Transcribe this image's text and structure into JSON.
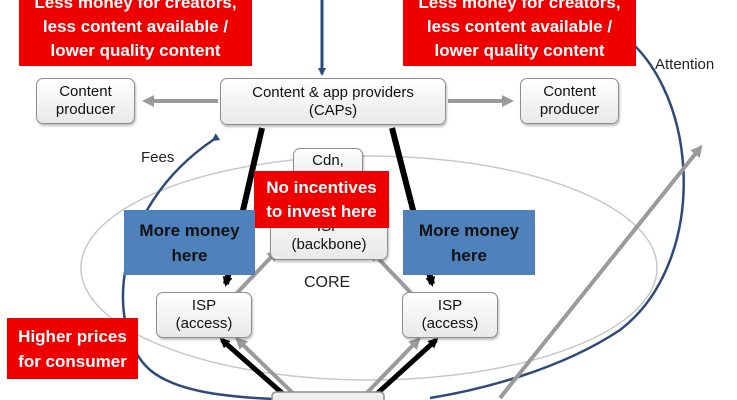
{
  "nodes": {
    "caps": [
      "Content & app providers",
      "(CAPs)"
    ],
    "producer_left": [
      "Content",
      "producer"
    ],
    "producer_right": [
      "Content",
      "producer"
    ],
    "cdn": [
      "Cdn,"
    ],
    "backbone": [
      "ISP",
      "(backbone)"
    ],
    "access_left": [
      "ISP",
      "(access)"
    ],
    "access_right": [
      "ISP",
      "(access)"
    ]
  },
  "callouts": {
    "top_left": [
      "Less money for creators,",
      "less content available /",
      "lower quality content"
    ],
    "top_right": [
      "Less money for creators,",
      "less content available /",
      "lower quality content"
    ],
    "no_incentives": [
      "No incentives",
      "to invest  here"
    ],
    "more_money_left": [
      "More money",
      "here"
    ],
    "more_money_right": [
      "More money",
      "here"
    ],
    "higher_prices": [
      "Higher prices",
      "for consumer"
    ]
  },
  "labels": {
    "fees": "Fees",
    "attention": "Attention",
    "core": "CORE"
  },
  "colors": {
    "red_callout": "#ee0000",
    "blue_callout": "#4f81bd",
    "navy_arrow": "#2e4a7a",
    "grey_arrow": "#9a9a9a",
    "black_arrow": "#000000"
  }
}
